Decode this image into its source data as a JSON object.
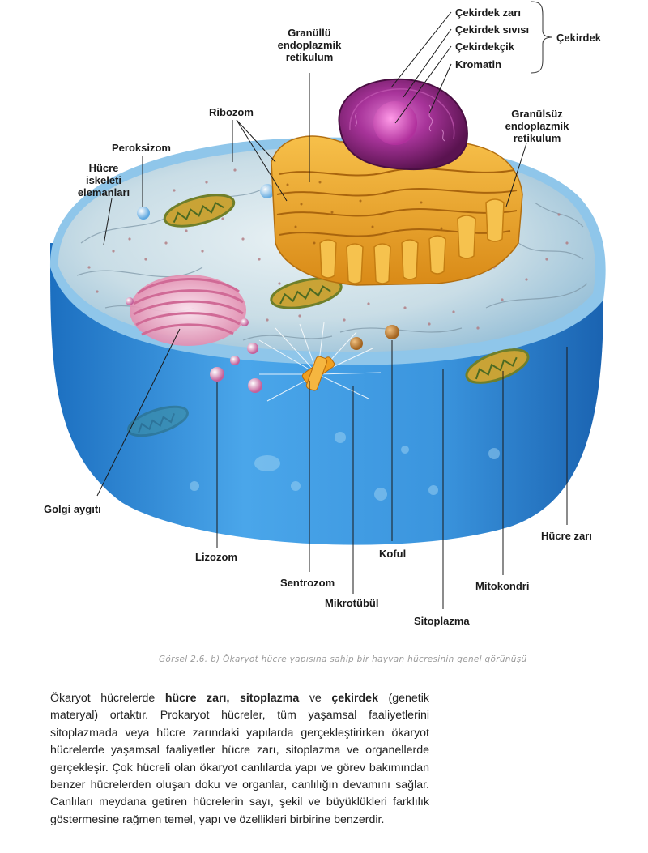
{
  "labels": {
    "cekirdek_zari": "Çekirdek zarı",
    "cekirdek_sivisi": "Çekirdek sıvısı",
    "cekirdekcik": "Çekirdekçik",
    "kromatin": "Kromatin",
    "cekirdek": "Çekirdek",
    "granullu_er": "Granüllü\nendoplazmik\nretikulum",
    "granulsuz_er": "Granülsüz\nendoplazmik\nretikulum",
    "ribozom": "Ribozom",
    "peroksizom": "Peroksizom",
    "hucre_iskeleti": "Hücre\niskeleti\nelemanları",
    "golgi": "Golgi aygıtı",
    "lizozom": "Lizozom",
    "sentrozom": "Sentrozom",
    "mikrotubul": "Mikrotübül",
    "koful": "Koful",
    "sitoplazma": "Sitoplazma",
    "mitokondri": "Mitokondri",
    "hucre_zari": "Hücre zarı"
  },
  "caption": "Görsel 2.6. b) Ökaryot hücre yapısına sahip bir hayvan hücresinin genel görünüşü",
  "paragraph": {
    "p1": "Ökaryot hücrelerde ",
    "b1": "hücre zarı, sitoplazma",
    "p2": " ve ",
    "b2": "çekirdek",
    "p3": " (genetik materyal) ortaktır. Prokaryot hücreler, tüm yaşamsal faaliyetlerini sitoplazmada veya hücre zarındaki yapılarda gerçekleştirirken ökaryot hücrelerde yaşamsal faaliyetler hücre zarı, sitoplazma ve organellerde gerçekleşir. Çok hücreli olan ökaryot canlılarda yapı ve görev bakımından benzer hücrelerden oluşan doku ve organlar, canlılığın devamını sağlar. Canlıları meydana getiren hücrelerin sayı, şekil ve büyüklükleri farklılık göstermesine rağmen temel, yapı ve özellikleri birbirine benzerdir."
  }
}
